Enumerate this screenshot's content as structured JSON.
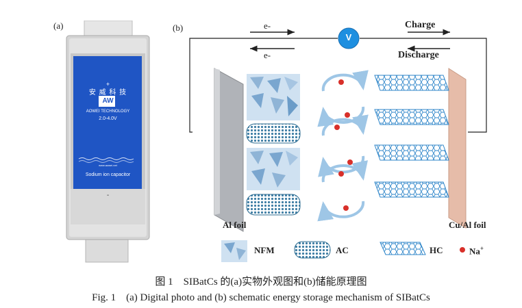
{
  "figure": {
    "panel_a_label": "(a)",
    "panel_b_label": "(b)",
    "photo": {
      "logo_chinese": "安 威 科 技",
      "logo_mark": "AW",
      "brand": "AOWEI TECHNOLOGY",
      "voltage": "2.0-4.0V",
      "website": "www.aowei.net",
      "product": "Sodium ion capacitor",
      "plus_sign": "+",
      "minus_sign": "-"
    },
    "schematic": {
      "electron_top": "e-",
      "electron_bottom": "e-",
      "voltmeter": "V",
      "charge": "Charge",
      "discharge": "Discharge",
      "left_electrode": "Al foil",
      "right_electrode": "Cu/Al foil",
      "legend": {
        "nfm": "NFM",
        "ac": "AC",
        "hc": "HC",
        "na": "Na",
        "na_sup": "+"
      }
    },
    "caption_cn": "图 1　SIBatCs 的(a)实物外观图和(b)储能原理图",
    "caption_en": "Fig. 1　(a) Digital photo and (b) schematic energy storage mechanism of SIBatCs"
  }
}
